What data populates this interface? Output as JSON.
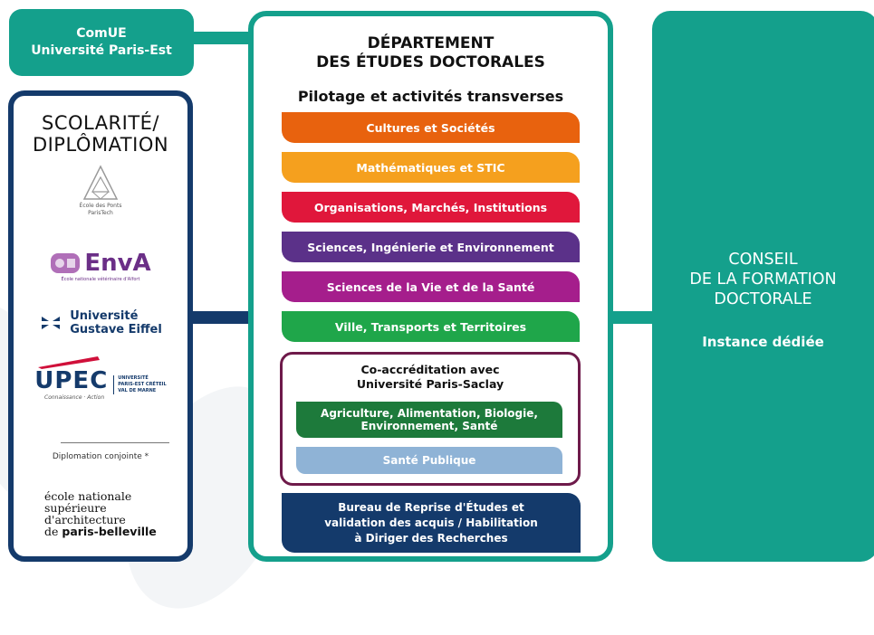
{
  "comue": {
    "line1": "ComUE",
    "line2": "Université Paris-Est"
  },
  "scolarite": {
    "title_line1": "SCOLARITÉ/",
    "title_line2": "DIPLÔMATION",
    "logos": {
      "enpc": {
        "line1": "École des Ponts",
        "line2": "ParisTech"
      },
      "enva": {
        "name": "EnvA",
        "subtitle": "École nationale vétérinaire d'Alfort"
      },
      "ugustave": {
        "line1": "Université",
        "line2": "Gustave Eiffel"
      },
      "upec": {
        "name": "UPEC",
        "side1": "UNIVERSITÉ",
        "side2": "PARIS-EST CRÉTEIL",
        "side3": "VAL DE MARNE",
        "tagline": "Connaissance · Action"
      }
    },
    "conjointe": "Diplomation conjointe *",
    "ensa": {
      "line1": "école nationale",
      "line2": "supérieure",
      "line3": "d'architecture",
      "line4a": "de ",
      "line4b": "paris-belleville"
    }
  },
  "departement": {
    "title_line1": "DÉPARTEMENT",
    "title_line2": "DES ÉTUDES DOCTORALES",
    "subtitle": "Pilotage et activités transverses",
    "schools": [
      {
        "label": "Cultures et Sociétés",
        "color": "#e8620e"
      },
      {
        "label": "Mathématiques et STIC",
        "color": "#f5a01e"
      },
      {
        "label": "Organisations, Marchés, Institutions",
        "color": "#e0173b"
      },
      {
        "label": "Sciences, Ingénierie et Environnement",
        "color": "#5b3189"
      },
      {
        "label": "Sciences de la Vie et de la Santé",
        "color": "#a51e8c"
      },
      {
        "label": "Ville, Transports et Territoires",
        "color": "#1fa64a"
      }
    ],
    "coaccreditation": {
      "title_line1": "Co-accréditation avec",
      "title_line2": "Université Paris-Saclay",
      "items": [
        {
          "line1": "Agriculture, Alimentation, Biologie,",
          "line2": "Environnement, Santé",
          "color": "#1d7a3b"
        },
        {
          "line1": "Santé Publique",
          "line2": "",
          "color": "#8fb3d6"
        }
      ]
    },
    "bureau": {
      "line1": "Bureau de Reprise d'Études et",
      "line2": "validation des acquis / Habilitation",
      "line3": "à Diriger des Recherches",
      "color": "#143a6b"
    }
  },
  "conseil": {
    "title_line1": "CONSEIL",
    "title_line2": "DE LA FORMATION",
    "title_line3": "DOCTORALE",
    "subtitle": "Instance dédiée"
  },
  "colors": {
    "teal": "#14a08c",
    "navy": "#143a6b",
    "plum": "#6e1a4a"
  }
}
